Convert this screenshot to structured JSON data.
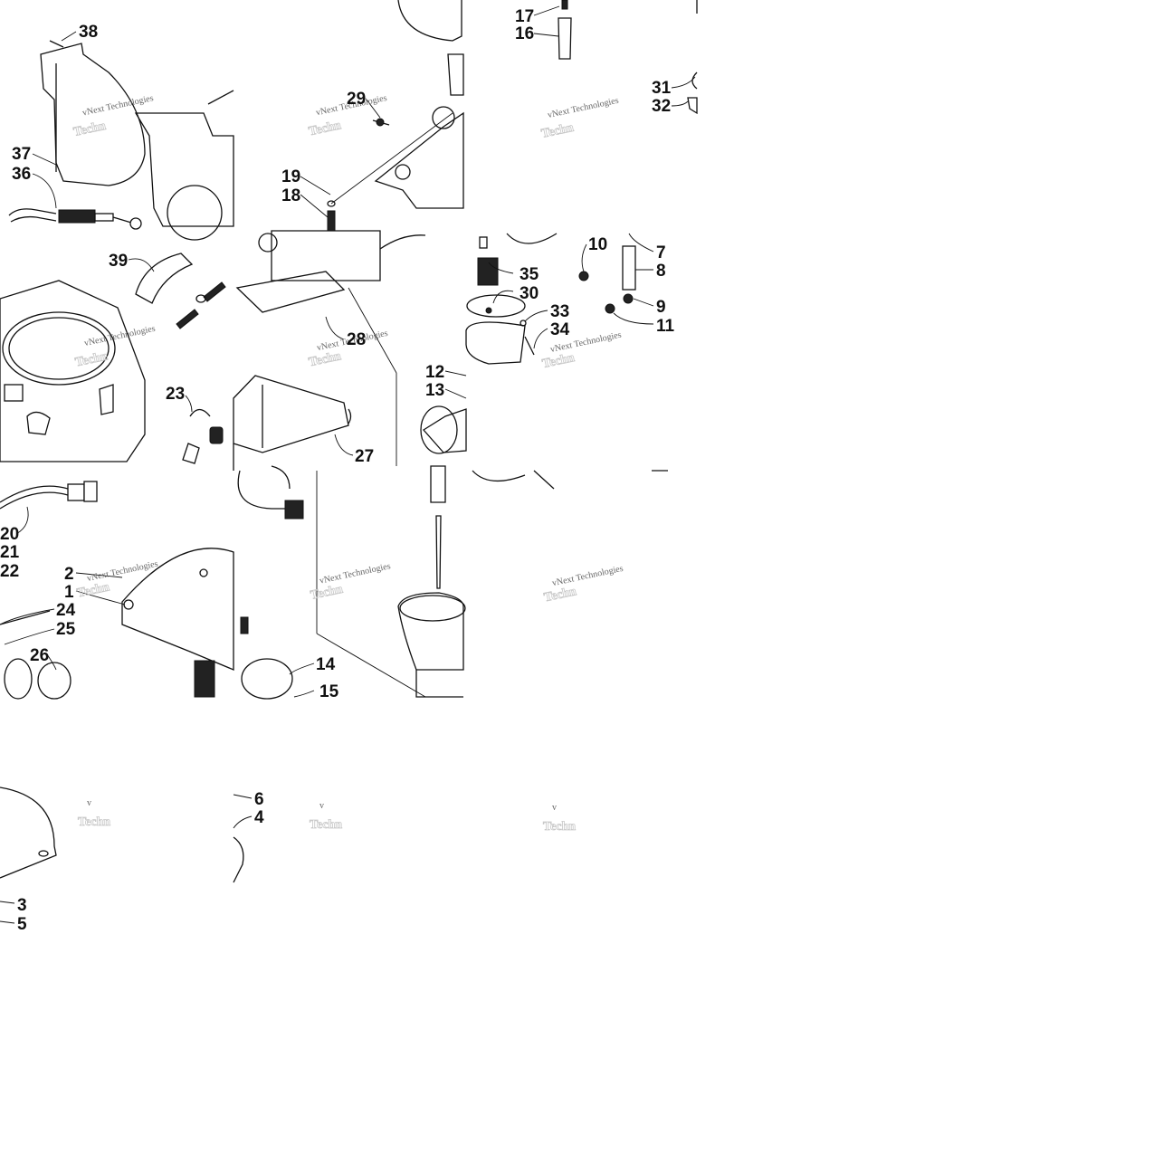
{
  "watermark": {
    "text": "vNext Technologies",
    "partial": "v",
    "ghost": "Techn"
  },
  "callouts": [
    {
      "id": "c38",
      "label": "38"
    },
    {
      "id": "c37",
      "label": "37"
    },
    {
      "id": "c36",
      "label": "36"
    },
    {
      "id": "c29",
      "label": "29"
    },
    {
      "id": "c19",
      "label": "19"
    },
    {
      "id": "c18",
      "label": "18"
    },
    {
      "id": "c17",
      "label": "17"
    },
    {
      "id": "c16",
      "label": "16"
    },
    {
      "id": "c31",
      "label": "31"
    },
    {
      "id": "c32",
      "label": "32"
    },
    {
      "id": "c39",
      "label": "39"
    },
    {
      "id": "c35",
      "label": "35"
    },
    {
      "id": "c30",
      "label": "30"
    },
    {
      "id": "c33",
      "label": "33"
    },
    {
      "id": "c34",
      "label": "34"
    },
    {
      "id": "c10",
      "label": "10"
    },
    {
      "id": "c7",
      "label": "7"
    },
    {
      "id": "c8",
      "label": "8"
    },
    {
      "id": "c9",
      "label": "9"
    },
    {
      "id": "c11",
      "label": "11"
    },
    {
      "id": "c28",
      "label": "28"
    },
    {
      "id": "c23",
      "label": "23"
    },
    {
      "id": "c12",
      "label": "12"
    },
    {
      "id": "c13",
      "label": "13"
    },
    {
      "id": "c27",
      "label": "27"
    },
    {
      "id": "c20",
      "label": "20"
    },
    {
      "id": "c21",
      "label": "21"
    },
    {
      "id": "c22",
      "label": "22"
    },
    {
      "id": "c2",
      "label": "2"
    },
    {
      "id": "c1",
      "label": "1"
    },
    {
      "id": "c24",
      "label": "24"
    },
    {
      "id": "c25",
      "label": "25"
    },
    {
      "id": "c26",
      "label": "26"
    },
    {
      "id": "c14",
      "label": "14"
    },
    {
      "id": "c15",
      "label": "15"
    },
    {
      "id": "c6",
      "label": "6"
    },
    {
      "id": "c4",
      "label": "4"
    },
    {
      "id": "c3",
      "label": "3"
    },
    {
      "id": "c5",
      "label": "5"
    }
  ]
}
